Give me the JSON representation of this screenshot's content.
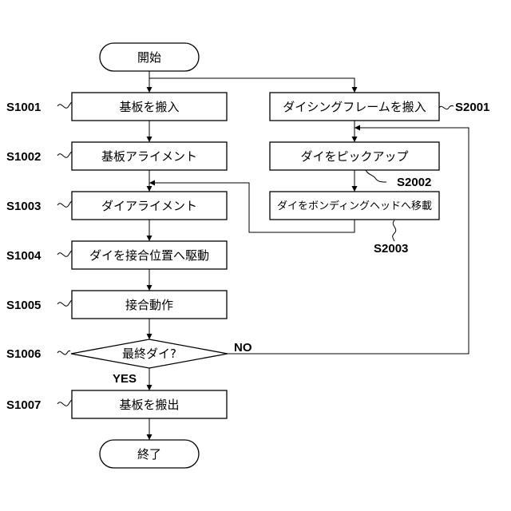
{
  "nodes": {
    "start": "開始",
    "load_substrate": "基板を搬入",
    "substrate_alignment": "基板アライメント",
    "die_alignment": "ダイアライメント",
    "bond_die": "ダイを接合位置へ駆動",
    "bonding": "接合動作",
    "last_die": "最終ダイ?",
    "unload_substrate": "基板を搬出",
    "end": "終了",
    "load_dicing_frame": "ダイシングフレームを搬入",
    "pickup_die": "ダイをピックアップ",
    "move_to_bonding_head": "ダイをボンディングヘッドへ移載"
  },
  "steps": {
    "s1001": "S1001",
    "s1002": "S1002",
    "s1003": "S1003",
    "s1004": "S1004",
    "s1005": "S1005",
    "s1006": "S1006",
    "s1007": "S1007",
    "s2001": "S2001",
    "s2002": "S2002",
    "s2003": "S2003"
  },
  "branches": {
    "yes": "YES",
    "no": "NO"
  }
}
